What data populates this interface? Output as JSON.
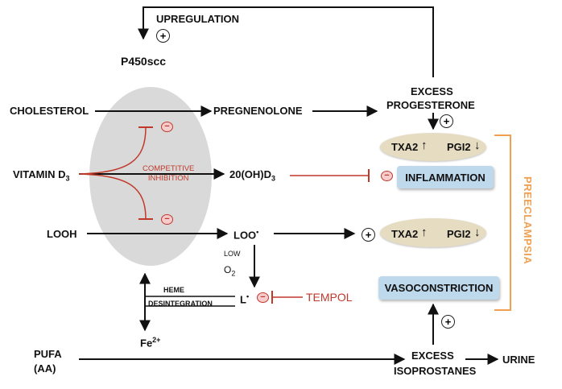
{
  "labels": {
    "upregulation": "UPREGULATION",
    "p450scc": "P450scc",
    "cholesterol": "CHOLESTEROL",
    "pregnenolone": "PREGNENOLONE",
    "excess_progesterone_1": "EXCESS",
    "excess_progesterone_2": "PROGESTERONE",
    "vitamin_d3": "VITAMIN D",
    "vitamin_d3_sub": "3",
    "competitive_inhibition_1": "COMPETITIVE",
    "competitive_inhibition_2": "INHIBITION",
    "oh_d3": "20(OH)D",
    "oh_d3_sub": "3",
    "inflammation": "INFLAMMATION",
    "txa2": "TXA2",
    "pgi2": "PGI2",
    "up_arrow": "↑",
    "down_arrow": "↓",
    "preeclampsia": "PREECLAMPSIA",
    "looh": "LOOH",
    "loo": "LOO",
    "radical_dot": "•",
    "low": "LOW",
    "o2": "O",
    "o2_sub": "2",
    "heme": "HEME",
    "desintegration": "DESINTEGRATION",
    "l_radical": "L",
    "tempol": "TEMPOL",
    "fe": "Fe",
    "fe_sup": "2+",
    "vasoconstriction": "VASOCONSTRICTION",
    "pufa": "PUFA",
    "aa": "(AA)",
    "excess_isoprostanes_1": "EXCESS",
    "excess_isoprostanes_2": "ISOPROSTANES",
    "urine": "URINE",
    "plus": "+",
    "minus": "−"
  },
  "colors": {
    "arrow": "#111111",
    "inhibit_red": "#c0392b",
    "minus_fill": "#f6cccc",
    "ellipse_gray": "#d9d9d9",
    "tan_ellipse": "#e6dcc1",
    "blue_box": "#bed8ec",
    "preeclampsia_orange": "#f0a050"
  }
}
